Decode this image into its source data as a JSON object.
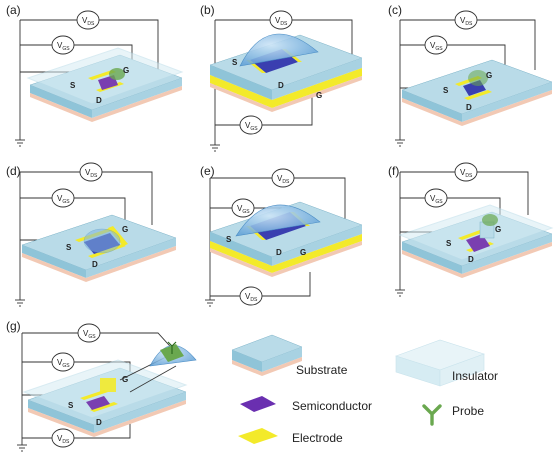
{
  "colors": {
    "substrate_top": "#b9dbe8",
    "substrate_front": "#8fc4d8",
    "substrate_side": "#a8d2e2",
    "base_layer": "#f2c9b4",
    "electrode": "#f3ea2a",
    "semiconductor": "#3a3fb0",
    "semiconductor_purple": "#7a3fb0",
    "insulator": "#d6ecf3",
    "probe": "#6aa84f",
    "droplet": "#7fb6e0",
    "wire": "#333333"
  },
  "panels": [
    {
      "label": "(a)",
      "top_meter": "V",
      "top_sub": "DS",
      "gate_meter": "V",
      "gate_sub": "GS",
      "s": "S",
      "d": "D",
      "g": "G"
    },
    {
      "label": "(b)",
      "top_meter": "V",
      "top_sub": "DS",
      "gate_meter": "V",
      "gate_sub": "GS",
      "s": "S",
      "d": "D",
      "g": "G"
    },
    {
      "label": "(c)",
      "top_meter": "V",
      "top_sub": "DS",
      "gate_meter": "V",
      "gate_sub": "GS",
      "s": "S",
      "d": "D",
      "g": "G"
    },
    {
      "label": "(d)",
      "top_meter": "V",
      "top_sub": "DS",
      "gate_meter": "V",
      "gate_sub": "GS",
      "s": "S",
      "d": "D",
      "g": "G"
    },
    {
      "label": "(e)",
      "top_meter": "V",
      "top_sub": "DS",
      "gate_meter": "V",
      "gate_sub": "GS",
      "gate2_meter": "V",
      "gate2_sub": "DS",
      "s": "S",
      "d": "D",
      "g": "G"
    },
    {
      "label": "(f)",
      "top_meter": "V",
      "top_sub": "DS",
      "gate_meter": "V",
      "gate_sub": "GS",
      "s": "S",
      "d": "D",
      "g": "G"
    },
    {
      "label": "(g)",
      "top_meter": "V",
      "top_sub": "GS",
      "gate_meter": "V",
      "gate_sub": "GS",
      "gate2_meter": "V",
      "gate2_sub": "DS",
      "s": "S",
      "d": "D",
      "g": "G"
    }
  ],
  "legend": {
    "substrate": "Substrate",
    "insulator": "Insulator",
    "semiconductor": "Semiconductor",
    "probe": "Probe",
    "electrode": "Electrode"
  }
}
